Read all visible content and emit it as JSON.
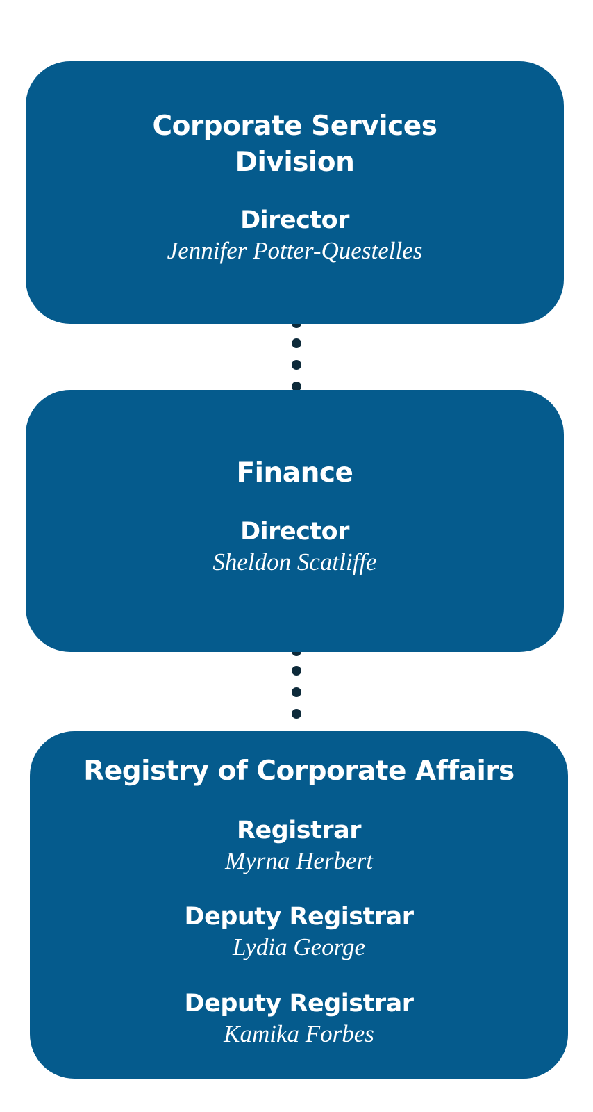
{
  "nodes": [
    {
      "title_line1": "Corporate Services",
      "title_line2": "Division",
      "roles": [
        {
          "role": "Director",
          "name": "Jennifer Potter-Questelles"
        }
      ]
    },
    {
      "title_line1": "Finance",
      "roles": [
        {
          "role": "Director",
          "name": "Sheldon Scatliffe"
        }
      ]
    },
    {
      "title_line1": "Registry of Corporate Affairs",
      "roles": [
        {
          "role": "Registrar",
          "name": "Myrna Herbert"
        },
        {
          "role": "Deputy Registrar",
          "name": "Lydia George"
        },
        {
          "role": "Deputy Registrar",
          "name": "Kamika Forbes"
        }
      ]
    }
  ],
  "colors": {
    "box": "#055b8d",
    "text": "#ffffff",
    "connector": "#0d2a3a"
  }
}
